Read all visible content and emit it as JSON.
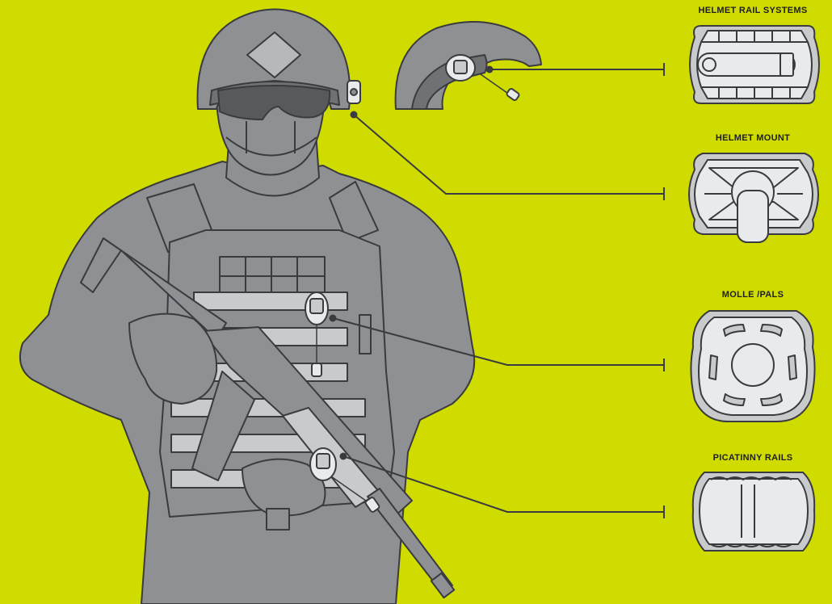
{
  "colors": {
    "background": "#d0dc00",
    "figure": "#8e9094",
    "figure_dark": "#6f7175",
    "outline": "#3a3b3e",
    "panel_light": "#c9cacc",
    "mount_light": "#e9eaeb"
  },
  "mounts": [
    {
      "label": "HELMET RAIL SYSTEMS",
      "icon": "helmet-rail-mount-icon"
    },
    {
      "label": "HELMET MOUNT",
      "icon": "helmet-mount-icon"
    },
    {
      "label": "MOLLE /PALS",
      "icon": "molle-pals-mount-icon"
    },
    {
      "label": "PICATINNY RAILS",
      "icon": "picatinny-rail-mount-icon"
    }
  ]
}
